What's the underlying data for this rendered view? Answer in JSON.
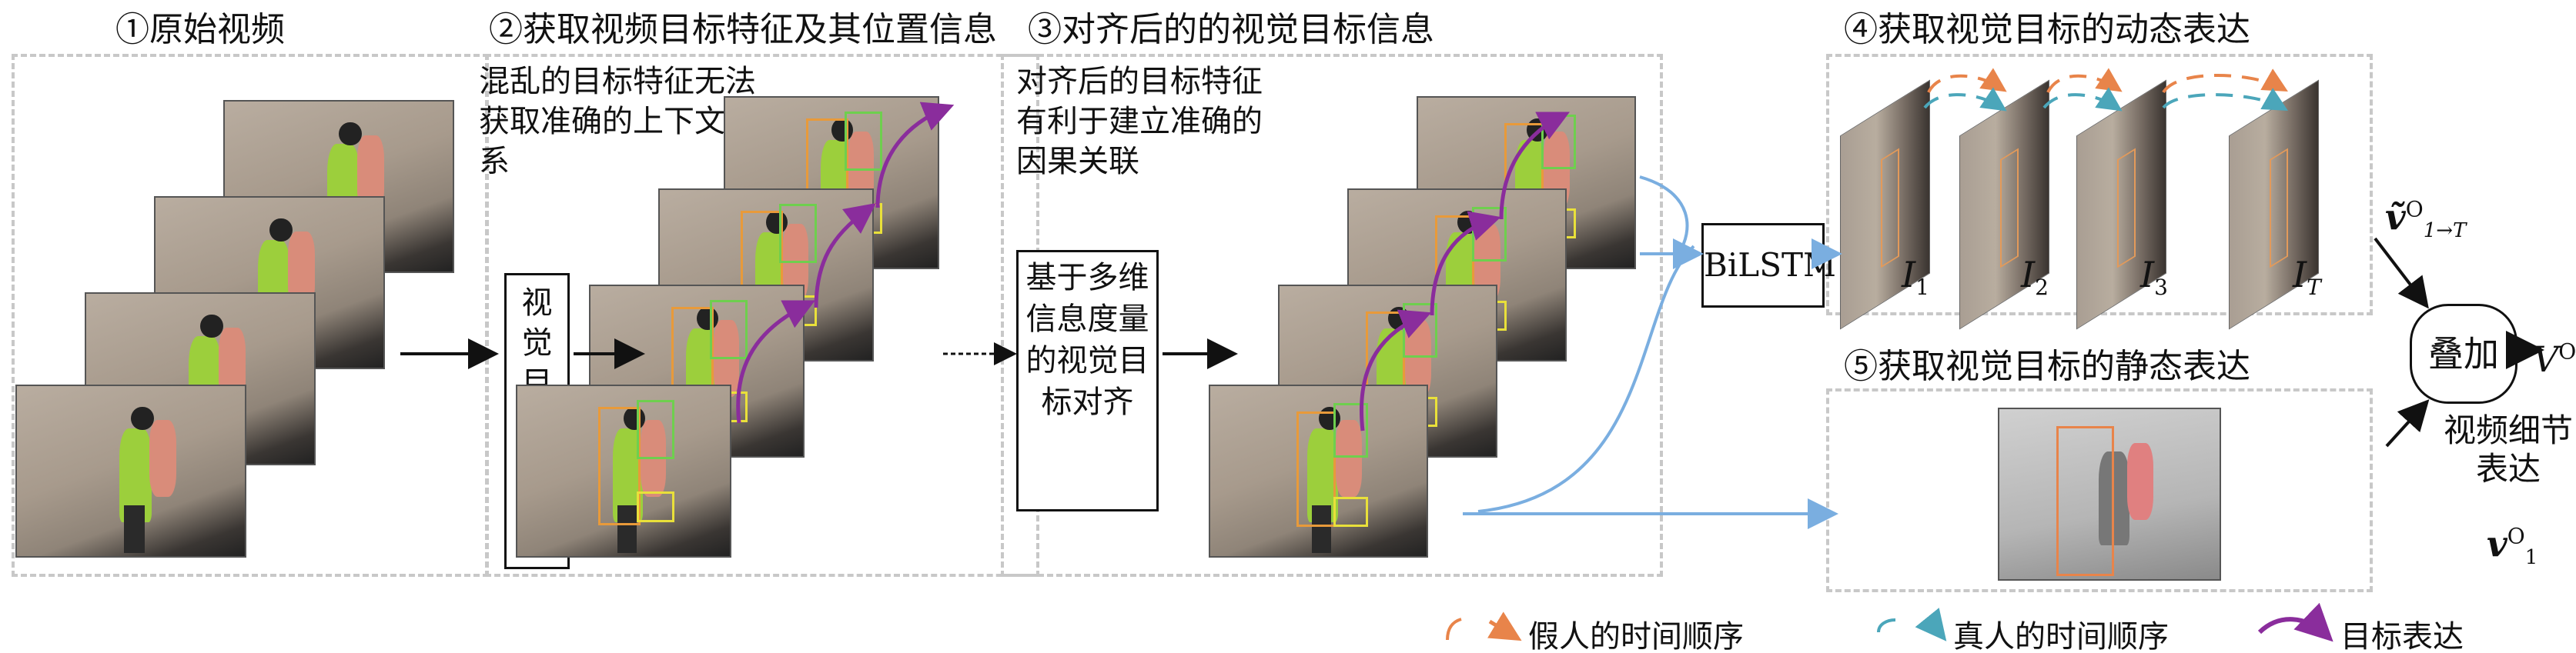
{
  "titles": {
    "t1": "①原始视频",
    "t2": "②获取视频目标特征及其位置信息",
    "t3": "③对齐后的的视觉目标信息",
    "t4": "④获取视觉目标的动态表达",
    "t5": "⑤获取视觉目标的静态表达"
  },
  "panel2": {
    "note": "混乱的目标特征无法获取准确的上下文关系",
    "detector": "视觉目标检测器"
  },
  "panel3": {
    "note": "对齐后的目标特征有利于建立准确的因果关联",
    "aligner": "基于多维信息度量的视觉目标对齐"
  },
  "bilstm": "BiLSTM",
  "frames4": {
    "labels": [
      {
        "base": "I",
        "sub": "1"
      },
      {
        "base": "I",
        "sub": "2"
      },
      {
        "base": "I",
        "sub": "3"
      },
      {
        "base": "I",
        "sub": "T"
      }
    ]
  },
  "math": {
    "dyn_base": "ṽ",
    "dyn_sup": "O",
    "dyn_sub": "1→T",
    "stat_base": "v",
    "stat_sup": "O",
    "stat_sub": "1",
    "out_base": "V",
    "out_sup": "O"
  },
  "fuse": "叠加",
  "output_label": "视频细节表达",
  "legend": {
    "fake": "假人的时间顺序",
    "real": "真人的时间顺序",
    "target": "目标表达"
  },
  "colors": {
    "orange": "#e8844a",
    "teal": "#4ba6ba",
    "purple": "#8a2d9c",
    "blue": "#7aaee0",
    "green": "#6ecf4e",
    "yellow": "#e9e03a",
    "box_orange": "#e89a3a"
  }
}
